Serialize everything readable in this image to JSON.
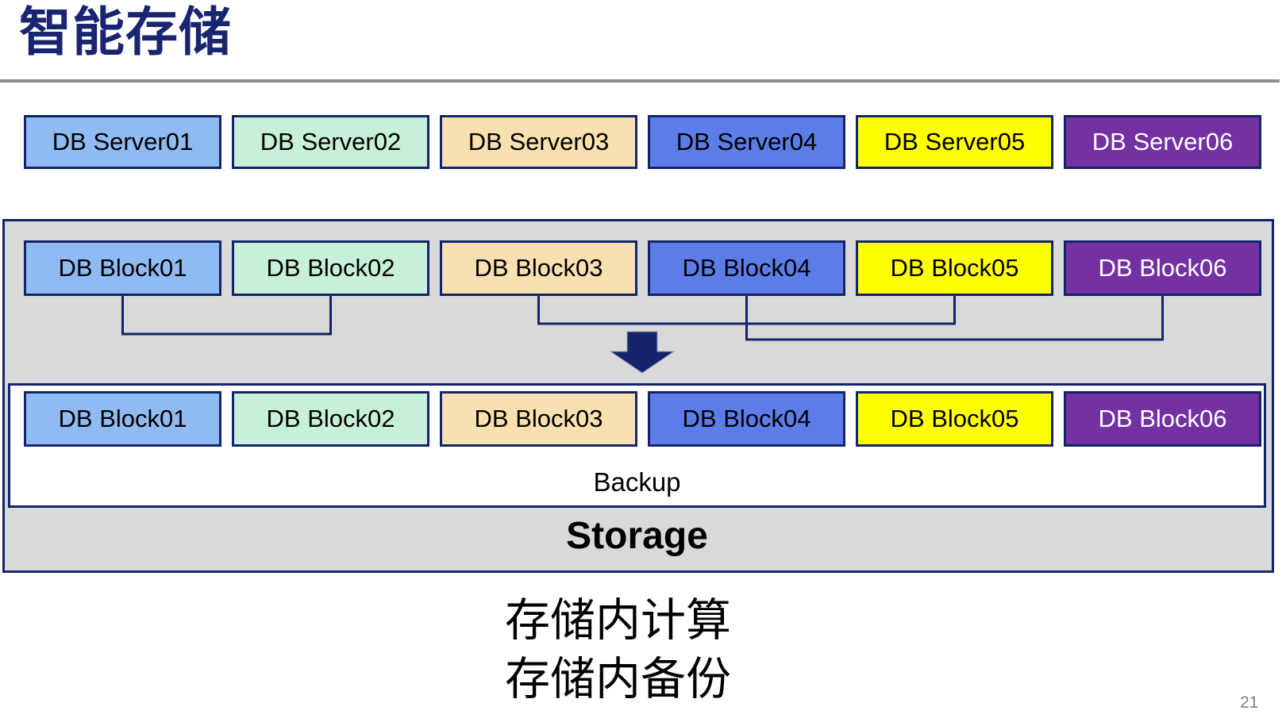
{
  "slide": {
    "title": "智能存储",
    "page_number": "21"
  },
  "servers": [
    {
      "label": "DB Server01",
      "bg": "#8FBAF2",
      "fg": "#000000"
    },
    {
      "label": "DB Server02",
      "bg": "#C7F0D8",
      "fg": "#000000"
    },
    {
      "label": "DB Server03",
      "bg": "#F8E0B0",
      "fg": "#000000"
    },
    {
      "label": "DB Server04",
      "bg": "#5C7CE8",
      "fg": "#000000"
    },
    {
      "label": "DB Server05",
      "bg": "#FFFF00",
      "fg": "#000000"
    },
    {
      "label": "DB Server06",
      "bg": "#7331A1",
      "fg": "#FFFFFF"
    }
  ],
  "storage_box": {
    "source_blocks": [
      {
        "label": "DB Block01",
        "bg": "#8FBAF2",
        "fg": "#000000"
      },
      {
        "label": "DB Block02",
        "bg": "#C7F0D8",
        "fg": "#000000"
      },
      {
        "label": "DB Block03",
        "bg": "#F8E0B0",
        "fg": "#000000"
      },
      {
        "label": "DB Block04",
        "bg": "#5C7CE8",
        "fg": "#000000"
      },
      {
        "label": "DB Block05",
        "bg": "#FFFF00",
        "fg": "#000000"
      },
      {
        "label": "DB Block06",
        "bg": "#7331A1",
        "fg": "#FFFFFF"
      }
    ],
    "backup_blocks": [
      {
        "label": "DB Block01",
        "bg": "#8FBAF2",
        "fg": "#000000"
      },
      {
        "label": "DB Block02",
        "bg": "#C7F0D8",
        "fg": "#000000"
      },
      {
        "label": "DB Block03",
        "bg": "#F8E0B0",
        "fg": "#000000"
      },
      {
        "label": "DB Block04",
        "bg": "#5C7CE8",
        "fg": "#000000"
      },
      {
        "label": "DB Block05",
        "bg": "#FFFF00",
        "fg": "#000000"
      },
      {
        "label": "DB Block06",
        "bg": "#7331A1",
        "fg": "#FFFFFF"
      }
    ],
    "backup_label": "Backup",
    "storage_label": "Storage"
  },
  "caption": {
    "line1": "存储内计算",
    "line2": "存储内备份"
  },
  "colors": {
    "navy": "#14246B",
    "title": "#1A2571",
    "container_bg": "#D9D9D9",
    "underline": "#8C8C8C",
    "page_number": "#808080"
  }
}
